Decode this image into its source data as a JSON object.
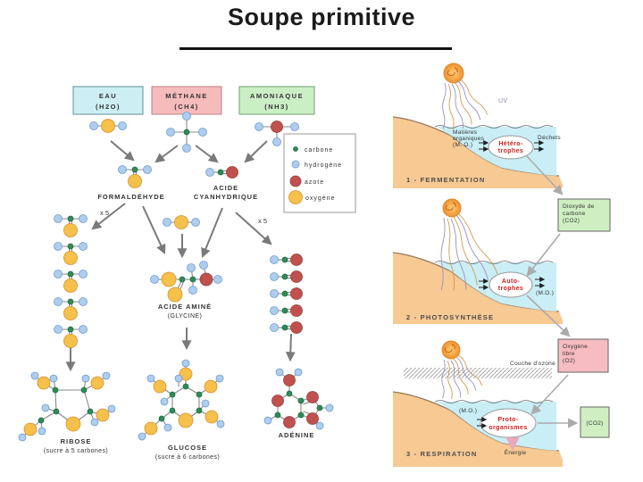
{
  "title": "Soupe primitive",
  "boxes": {
    "eau": {
      "name": "EAU",
      "formula": "(H2O)"
    },
    "methane": {
      "name": "MÉTHANE",
      "formula": "(CH4)"
    },
    "amoniaque": {
      "name": "AMONIAQUE",
      "formula": "(NH3)"
    }
  },
  "labels": {
    "formaldehyde": "FORMALDÉHYDE",
    "acide": "ACIDE",
    "cyanhydrique": "CYANHYDRIQUE",
    "x5": "x 5",
    "acide_amine": "ACIDE AMINÉ",
    "glycine": "(GLYCINE)",
    "ribose": "RIBOSE",
    "ribose_sub": "(sucre à 5 carbones)",
    "glucose": "GLUCOSE",
    "glucose_sub": "(sucre à 6 carbones)",
    "adenine": "ADÉNINE"
  },
  "legend": {
    "carbone": "carbone",
    "hydrogene": "hydrogène",
    "azote": "azote",
    "oxygene": "oxygène"
  },
  "panels": {
    "fermentation": {
      "title": "1 - FERMENTATION",
      "uv": "UV",
      "matieres1": "Matières",
      "matieres2": "organiques",
      "matieres3": "(M. O.)",
      "organism1": "Hétéro-",
      "organism2": "trophes",
      "dechets": "Déchets"
    },
    "photosynthese": {
      "title": "2 - PHOTOSYNTHÈSE",
      "box1": "Dioxyde de",
      "box2": "carbone",
      "box3": "(CO2)",
      "organism1": "Auto-",
      "organism2": "trophes",
      "mo": "(M.O.)"
    },
    "respiration": {
      "title": "3 - RESPIRATION",
      "ozone": "Couche d'ozone",
      "box1": "Oxygène",
      "box2": "libre",
      "box3": "(O2)",
      "mo": "(M.O.)",
      "organism1": "Proto-",
      "organism2": "organismes",
      "co2": "(CO2)",
      "energie": "Énergie"
    }
  },
  "colors": {
    "carbone": "#2E8B57",
    "hydrogene": "#AFCDEE",
    "azote": "#C1514E",
    "oxygene": "#F5C14B",
    "eau_box": "#CDEFF3",
    "methane_box": "#F6BBBB",
    "amoniaque_box": "#CBEFC5",
    "co2_box": "#CFEFC2",
    "o2_box": "#F6BCC0",
    "land": "#F7C993",
    "water": "#C9EEF6",
    "organism_text": "#CC2222"
  }
}
